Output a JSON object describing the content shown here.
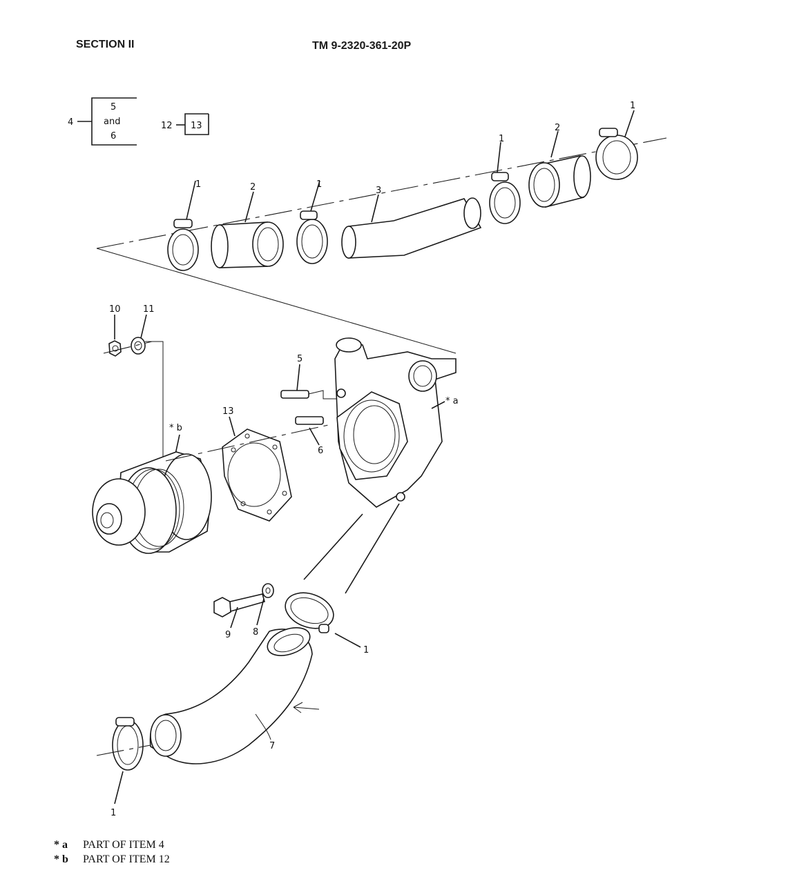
{
  "header": {
    "section": "SECTION II",
    "tm_number": "TM 9-2320-361-20P"
  },
  "legend": {
    "item_4": "4",
    "items_5_and_6": [
      "5",
      "and",
      "6"
    ],
    "item_12": "12",
    "item_13": "13"
  },
  "callouts": {
    "clamp": "1",
    "hose_straight": "2",
    "hose_bypass": "3",
    "stud_5": "5",
    "stud_6": "6",
    "hose_lower": "7",
    "washer": "8",
    "bolt": "9",
    "nut": "10",
    "lockwasher": "11",
    "gasket": "13",
    "housing_mark": "* a",
    "pump_mark": "* b"
  },
  "notes": [
    {
      "mark": "* a",
      "text": "PART OF ITEM  4"
    },
    {
      "mark": "* b",
      "text": "PART OF ITEM 12"
    }
  ],
  "colors": {
    "ink": "#1a1a1a",
    "paper": "#ffffff"
  }
}
